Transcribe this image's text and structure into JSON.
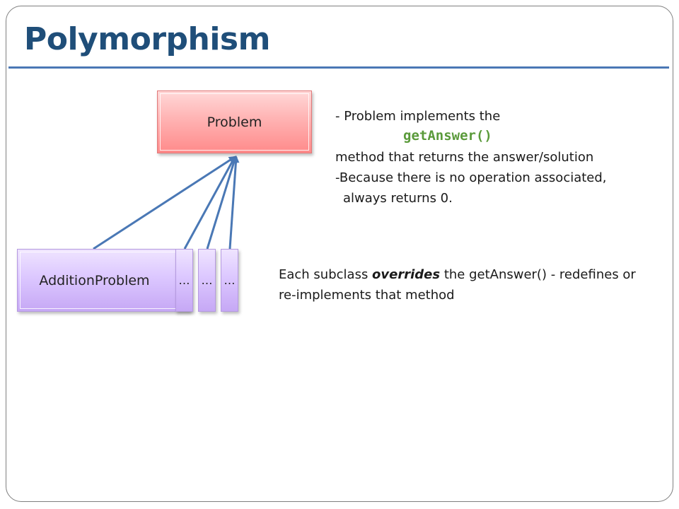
{
  "slide": {
    "title": "Polymorphism"
  },
  "diagram": {
    "superclass": {
      "label": "Problem"
    },
    "subclasses": [
      {
        "label": "AdditionProblem"
      },
      {
        "label": "…"
      },
      {
        "label": "…"
      },
      {
        "label": "…"
      }
    ],
    "colors": {
      "superclass_fill": "#ff9e9e",
      "subclass_fill": "#d6bfff",
      "arrow": "#4a78b5",
      "title": "#1f4e79",
      "code": "#5a9a3a"
    }
  },
  "notes": {
    "problem": {
      "line1": "- Problem implements the",
      "method": "getAnswer()",
      "line3": "method that returns the answer/solution",
      "line4": "-Because there is no operation associated,",
      "line5": "always returns 0."
    },
    "subclass": {
      "prefix": "Each subclass ",
      "emphasis": "overrides",
      "suffix": " the getAnswer()  - redefines or",
      "line2": "re-implements that method"
    }
  }
}
